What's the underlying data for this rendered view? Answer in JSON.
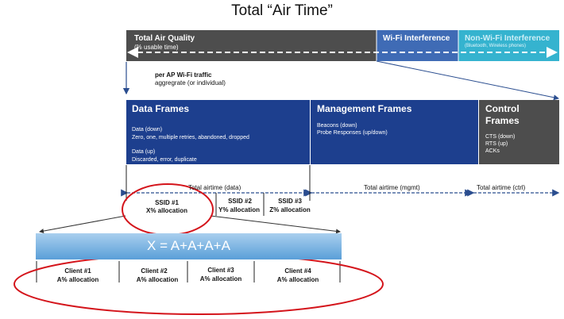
{
  "title": "Total “Air Time”",
  "bands": {
    "air_quality": {
      "label": "Total Air Quality",
      "sub": "(% usable time)"
    },
    "wifi": {
      "label": "Wi-Fi Interference"
    },
    "non_wifi": {
      "label": "Non-Wi-Fi Interference",
      "sub": "(Bluetooth, Wireless phones)"
    }
  },
  "per_ap": {
    "label": "per AP Wi-Fi traffic",
    "sub": "aggregrate (or individual)"
  },
  "frames": {
    "data": {
      "title": "Data Frames",
      "down_title": "Data (down)",
      "down_text": "Zero, one, multiple retries, abandoned, dropped",
      "up_title": "Data (up)",
      "up_text": "Discarded, error, duplicate"
    },
    "mgmt": {
      "title": "Management Frames",
      "line1": "Beacons (down)",
      "line2": "Probe Responses (up/down)"
    },
    "ctrl": {
      "title_line1": "Control",
      "title_line2": "Frames",
      "line1": "CTS (down)",
      "line2": "RTS (up)",
      "line3": "ACKs"
    }
  },
  "airtime": {
    "data": "Total airtime (data)",
    "mgmt": "Total airtime (mgmt)",
    "ctrl": "Total airtime (ctrl)"
  },
  "ssids": [
    {
      "name": "SSID #1",
      "alloc": "X% allocation"
    },
    {
      "name": "SSID #2",
      "alloc": "Y% allocation"
    },
    {
      "name": "SSID #3",
      "alloc": "Z% allocation"
    }
  ],
  "formula": "X = A+A+A+A",
  "clients": [
    {
      "name": "Client #1",
      "alloc": "A% allocation"
    },
    {
      "name": "Client #2",
      "alloc": "A% allocation"
    },
    {
      "name": "Client #3",
      "alloc": "A% allocation"
    },
    {
      "name": "Client #4",
      "alloc": "A% allocation"
    }
  ],
  "colors": {
    "band_gray": "#4d4d4d",
    "band_blue": "#3f6bb5",
    "band_cyan": "#35b3cf",
    "frame_blue": "#1d3f8e",
    "highlight_red": "#d4141b",
    "arrow_blue": "#2a4d8f"
  }
}
